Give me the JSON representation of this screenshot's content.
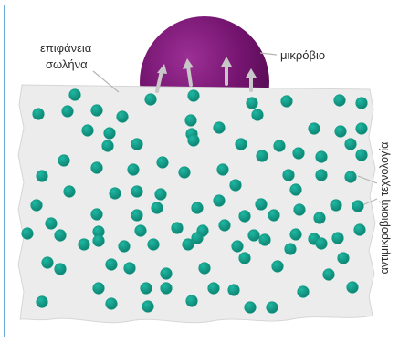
{
  "labels": {
    "surface_line1": "επιφάνεια",
    "surface_line2": "σωλήνα",
    "microbe": "μικρόβιο",
    "technology": "αντιμικροβιακή τεχνολογία"
  },
  "colors": {
    "frame": "#69a9d8",
    "surface": "#ececec",
    "surface_edge": "#d6d6d6",
    "microbe": "#74146f",
    "arrow": "#c8c8c8",
    "particle": "#129a86",
    "leader": "#b4b4b4"
  }
}
